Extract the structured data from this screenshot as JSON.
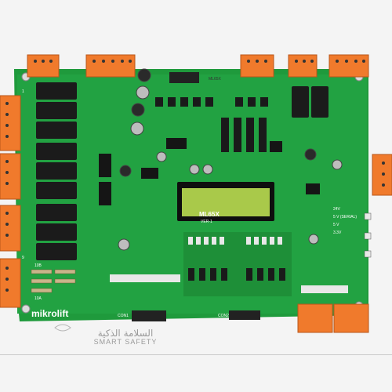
{
  "board": {
    "brand": "mikrolift",
    "model": "ML65X",
    "version": "VER-1",
    "sticker": "ML65X",
    "labels": {
      "con1": "CON1",
      "con2": "CON2",
      "voltage": "24V",
      "serial": "5 V (SERIAL)",
      "v5": "5 V",
      "v33": "3.3V",
      "mark_10b": "10B",
      "mark_10a": "10A",
      "mark_1": "1",
      "mark_9": "9"
    }
  },
  "watermark": {
    "arabic": "السلامة الذكية",
    "english": "SMART SAFETY"
  },
  "colors": {
    "pcb": "#1f9a3c",
    "pcb_dark": "#167a2e",
    "connector": "#f07a2c",
    "relay": "#1a1a1a",
    "lcd": "#a9c94a"
  }
}
